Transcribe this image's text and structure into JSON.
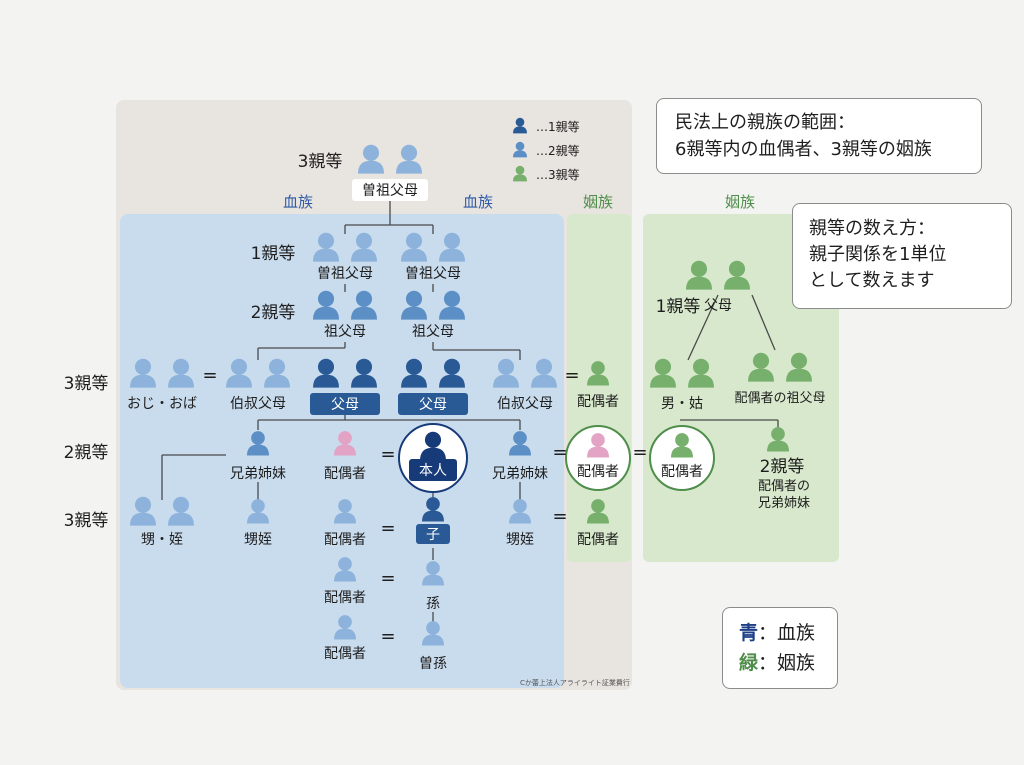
{
  "diagram": {
    "sections": {
      "blood_left": "血族",
      "blood_right": "血族",
      "affinity_left": "姻族",
      "affinity_right": "姻族"
    },
    "legend": {
      "deg1": "…1親等",
      "deg2": "…2親等",
      "deg3": "…3親等"
    },
    "degree_labels": {
      "top": "3親等",
      "row1": "1親等",
      "row2": "2親等",
      "left3a": "3親等",
      "left2": "2親等",
      "left3b": "3親等",
      "inlaw1": "1親等",
      "inlaw2": "2親等"
    },
    "nodes": {
      "great_grandparents_top": "曽祖父母",
      "great_grandparents_l": "曽祖父母",
      "great_grandparents_r": "曽祖父母",
      "grandparents_l": "祖父母",
      "grandparents_r": "祖父母",
      "uncle_aunt_outer": "おじ・おば",
      "uncle_aunt_l": "伯叔父母",
      "father_mother_l": "父母",
      "father_mother_r": "父母",
      "uncle_aunt_r": "伯叔父母",
      "spouse_uncle_r": "配偶者",
      "siblings_l": "兄弟姉妹",
      "spouse_sibling_l": "配偶者",
      "self": "本人",
      "siblings_r": "兄弟姉妹",
      "spouse_self": "配偶者",
      "spouse_circle": "配偶者",
      "nephew_outer": "甥・姪",
      "nephew_l": "甥姪",
      "spouse_child": "配偶者",
      "child": "子",
      "nephew_r": "甥姪",
      "spouse_nephew_r": "配偶者",
      "spouse_grandchild": "配偶者",
      "grandchild": "孫",
      "spouse_ggchild": "配偶者",
      "great_grandchild": "曽孫",
      "inlaw_parents": "父母",
      "inlaw_sibling_parent": "男・姑",
      "inlaw_grandparents": "配偶者の祖父母",
      "inlaw_siblings_line1": "配偶者の",
      "inlaw_siblings_line2": "兄弟姉妹"
    },
    "eq": "=",
    "copyright": "Cか蕾上法人アライライト証業費行"
  },
  "title_box": {
    "line1": "民法上の親族の範囲：",
    "line2": "6親等内の血偶者、3親等の姻族"
  },
  "count_box": {
    "line1": "親等の数え方：",
    "line2": "親子関係を1単位",
    "line3": "として数えます"
  },
  "key_box": {
    "blue_label": "青",
    "blue_text": "：血族",
    "green_label": "緑",
    "green_text": "：姻族"
  },
  "colors": {
    "deg1": "#2a5a96",
    "deg2": "#5c8fc6",
    "deg3": "#8db3dc",
    "green": "#76b06c",
    "pink": "#e3a3c4",
    "navy": "#173a78",
    "blood_bg": "#c9dcee",
    "affinity_bg": "#d8e8cc",
    "gray_bg": "#e8e4df"
  }
}
